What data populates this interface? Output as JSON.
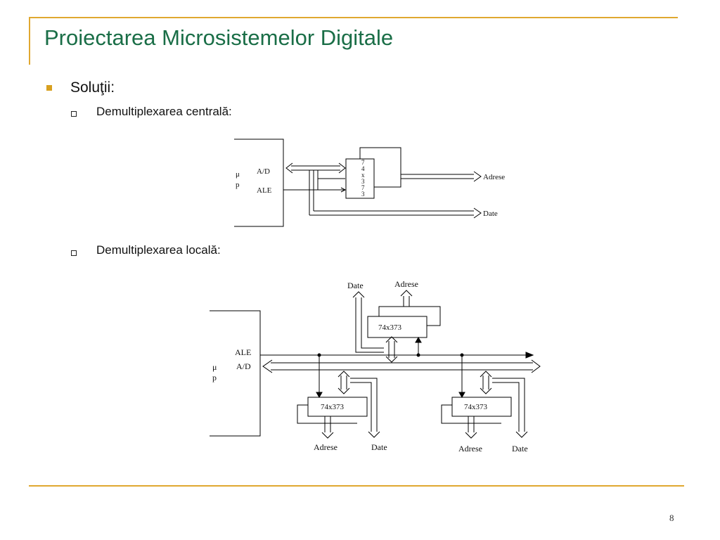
{
  "slide": {
    "title": "Proiectarea Microsistemelor Digitale",
    "page_number": "8"
  },
  "bullets": {
    "level1": "Soluţii:",
    "central": "Demultiplexarea centrală:",
    "local": "Demultiplexarea locală:"
  },
  "diagram_central": {
    "mu": "μ",
    "p": "p",
    "ad": "A/D",
    "ale": "ALE",
    "chip_digits": [
      "7",
      "4",
      "x",
      "3",
      "7",
      "3"
    ],
    "adrese": "Adrese",
    "date": "Date"
  },
  "diagram_local": {
    "mu": "μ",
    "p": "p",
    "ale": "ALE",
    "ad": "A/D",
    "chip_top": "74x373",
    "chip_left": "74x373",
    "chip_right": "74x373",
    "top_date": "Date",
    "top_adrese": "Adrese",
    "bl_adrese": "Adrese",
    "bl_date": "Date",
    "br_adrese": "Adrese",
    "br_date": "Date"
  },
  "colors": {
    "title": "#1a6e47",
    "accent": "#e0a830"
  }
}
